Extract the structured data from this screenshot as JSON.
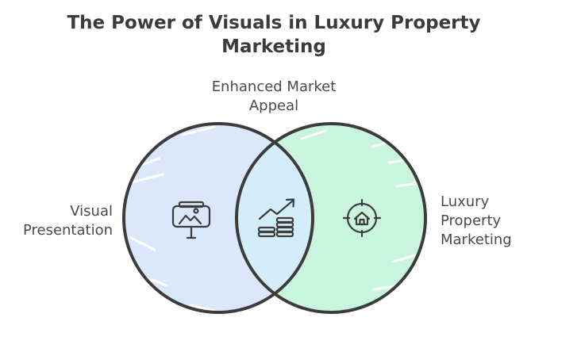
{
  "title": {
    "line1": "The Power of Visuals in Luxury Property",
    "line2": "Marketing"
  },
  "intersection": {
    "line1": "Enhanced Market",
    "line2": "Appeal",
    "icon": "chart-growth-icon"
  },
  "left_set": {
    "line1": "Visual",
    "line2": "Presentation",
    "color": "#dbe8fb",
    "icon": "billboard-icon"
  },
  "right_set": {
    "line1": "Luxury",
    "line2": "Property",
    "line3": "Marketing",
    "color": "#c9f5df",
    "icon": "home-target-icon"
  },
  "colors": {
    "outline": "#3c3c3c",
    "overlap": "#d3eefa",
    "text": "#4a4a4a"
  }
}
